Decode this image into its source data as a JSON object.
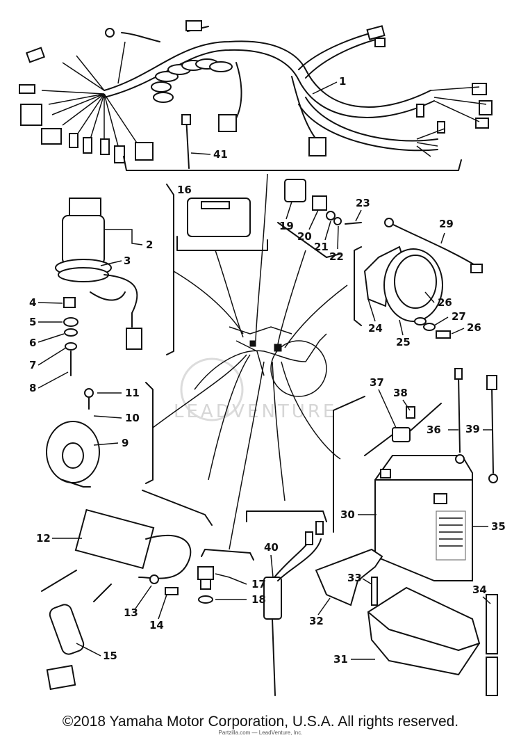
{
  "watermark": "LEADVENTURE",
  "callouts": [
    {
      "id": "c1",
      "text": "1"
    },
    {
      "id": "c2",
      "text": "2"
    },
    {
      "id": "c3",
      "text": "3"
    },
    {
      "id": "c4",
      "text": "4"
    },
    {
      "id": "c5",
      "text": "5"
    },
    {
      "id": "c6",
      "text": "6"
    },
    {
      "id": "c7",
      "text": "7"
    },
    {
      "id": "c8",
      "text": "8"
    },
    {
      "id": "c9",
      "text": "9"
    },
    {
      "id": "c10",
      "text": "10"
    },
    {
      "id": "c11",
      "text": "11"
    },
    {
      "id": "c12",
      "text": "12"
    },
    {
      "id": "c13",
      "text": "13"
    },
    {
      "id": "c14",
      "text": "14"
    },
    {
      "id": "c15",
      "text": "15"
    },
    {
      "id": "c16",
      "text": "16"
    },
    {
      "id": "c17",
      "text": "17"
    },
    {
      "id": "c18",
      "text": "18"
    },
    {
      "id": "c19",
      "text": "19"
    },
    {
      "id": "c20",
      "text": "20"
    },
    {
      "id": "c21",
      "text": "21"
    },
    {
      "id": "c22",
      "text": "22"
    },
    {
      "id": "c23",
      "text": "23"
    },
    {
      "id": "c24",
      "text": "24"
    },
    {
      "id": "c25",
      "text": "25"
    },
    {
      "id": "c26a",
      "text": "26"
    },
    {
      "id": "c27",
      "text": "27"
    },
    {
      "id": "c26b",
      "text": "26"
    },
    {
      "id": "c29",
      "text": "29"
    },
    {
      "id": "c30",
      "text": "30"
    },
    {
      "id": "c31",
      "text": "31"
    },
    {
      "id": "c32",
      "text": "32"
    },
    {
      "id": "c33",
      "text": "33"
    },
    {
      "id": "c34",
      "text": "34"
    },
    {
      "id": "c35",
      "text": "35"
    },
    {
      "id": "c36",
      "text": "36"
    },
    {
      "id": "c37",
      "text": "37"
    },
    {
      "id": "c38",
      "text": "38"
    },
    {
      "id": "c39",
      "text": "39"
    },
    {
      "id": "c40",
      "text": "40"
    },
    {
      "id": "c41",
      "text": "41"
    }
  ],
  "copyright": "©2018 Yamaha Motor Corporation, U.S.A. All rights reserved.",
  "footer_small": "Partzilla.com — LeadVenture, Inc."
}
